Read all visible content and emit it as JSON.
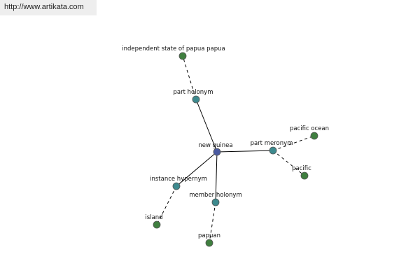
{
  "banner": {
    "url": "http://www.artikata.com"
  },
  "colors": {
    "center": "#4a5aa0",
    "relation": "#3d8a8e",
    "leaf": "#3f7f3f",
    "edge": "#000000",
    "banner_bg": "#eeeeee"
  },
  "graph": {
    "nodes": [
      {
        "id": "new-guinea",
        "label": "new guinea",
        "kind": "center"
      },
      {
        "id": "part-holonym",
        "label": "part holonym",
        "kind": "relation"
      },
      {
        "id": "part-meronym",
        "label": "part meronym",
        "kind": "relation"
      },
      {
        "id": "instance-hypernym",
        "label": "instance hypernym",
        "kind": "relation"
      },
      {
        "id": "member-holonym",
        "label": "member holonym",
        "kind": "relation"
      },
      {
        "id": "independent-state",
        "label": "independent state of papua papua",
        "kind": "leaf"
      },
      {
        "id": "pacific-ocean",
        "label": "pacific ocean",
        "kind": "leaf"
      },
      {
        "id": "pacific",
        "label": "pacific",
        "kind": "leaf"
      },
      {
        "id": "island",
        "label": "island",
        "kind": "leaf"
      },
      {
        "id": "papuan",
        "label": "papuan",
        "kind": "leaf"
      }
    ],
    "edges": [
      {
        "from": "new-guinea",
        "to": "part-holonym",
        "style": "solid"
      },
      {
        "from": "new-guinea",
        "to": "part-meronym",
        "style": "solid"
      },
      {
        "from": "new-guinea",
        "to": "instance-hypernym",
        "style": "solid"
      },
      {
        "from": "new-guinea",
        "to": "member-holonym",
        "style": "solid"
      },
      {
        "from": "part-holonym",
        "to": "independent-state",
        "style": "dashed"
      },
      {
        "from": "part-meronym",
        "to": "pacific-ocean",
        "style": "dashed"
      },
      {
        "from": "part-meronym",
        "to": "pacific",
        "style": "dashed"
      },
      {
        "from": "instance-hypernym",
        "to": "island",
        "style": "dashed"
      },
      {
        "from": "member-holonym",
        "to": "papuan",
        "style": "dashed"
      }
    ]
  }
}
